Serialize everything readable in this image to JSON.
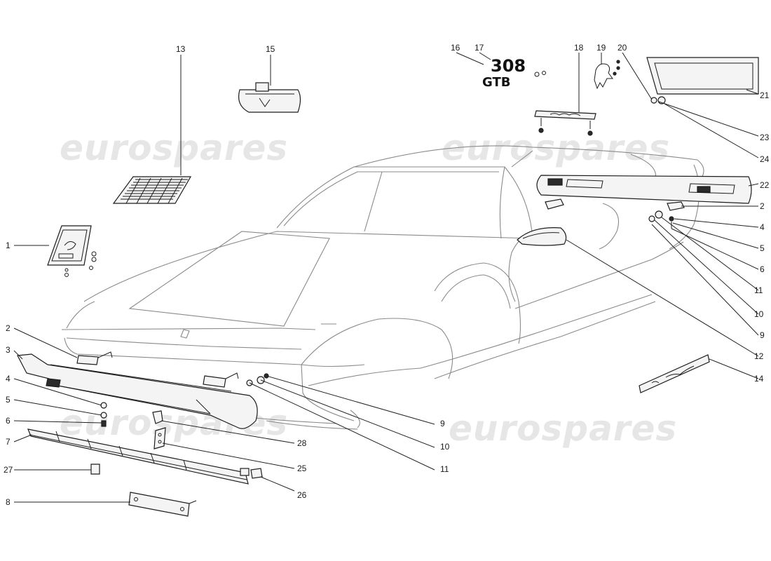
{
  "watermark": {
    "text": "eurospares"
  },
  "badge": {
    "line1": "308",
    "line2": "GTB"
  },
  "callouts": {
    "c1": "1",
    "c2_front": "2",
    "c2_rear": "2",
    "c3": "3",
    "c4_front": "4",
    "c4_rear": "4",
    "c5_front": "5",
    "c5_rear": "5",
    "c6_front": "6",
    "c6_rear": "6",
    "c7": "7",
    "c8": "8",
    "c9_front": "9",
    "c9_rear": "9",
    "c10_front": "10",
    "c10_rear": "10",
    "c11_front": "11",
    "c11_rear": "11",
    "c12": "12",
    "c13": "13",
    "c14": "14",
    "c15": "15",
    "c16": "16",
    "c17": "17",
    "c18": "18",
    "c19": "19",
    "c20": "20",
    "c21": "21",
    "c22": "22",
    "c23": "23",
    "c24": "24",
    "c25": "25",
    "c26": "26",
    "c27": "27",
    "c28": "28"
  }
}
